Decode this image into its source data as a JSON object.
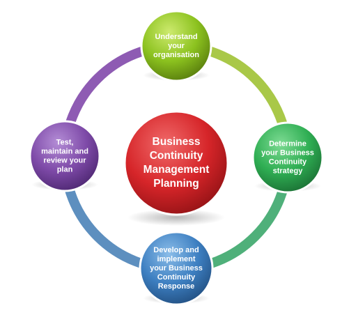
{
  "center": {
    "lines": [
      "Business",
      "Continuity",
      "Management",
      "Planning"
    ],
    "color": "#d9282b"
  },
  "nodes": [
    {
      "id": "understand",
      "lines": [
        "Understand",
        "your",
        "organisation"
      ],
      "color": "#8cc21f"
    },
    {
      "id": "determine",
      "lines": [
        "Determine",
        "your Business",
        "Continuity",
        "strategy"
      ],
      "color": "#2fae53"
    },
    {
      "id": "develop",
      "lines": [
        "Develop and",
        "implement",
        "your Business",
        "Continuity",
        "Response"
      ],
      "color": "#3d7fc1"
    },
    {
      "id": "test",
      "lines": [
        "Test,",
        "maintain and",
        "review your",
        "plan"
      ],
      "color": "#7e4aa8"
    }
  ],
  "ring_colors": {
    "top_right": "#a9c848",
    "bottom_right": "#4fb07a",
    "bottom_left": "#5d8fbf",
    "top_left": "#8e5bb3"
  }
}
